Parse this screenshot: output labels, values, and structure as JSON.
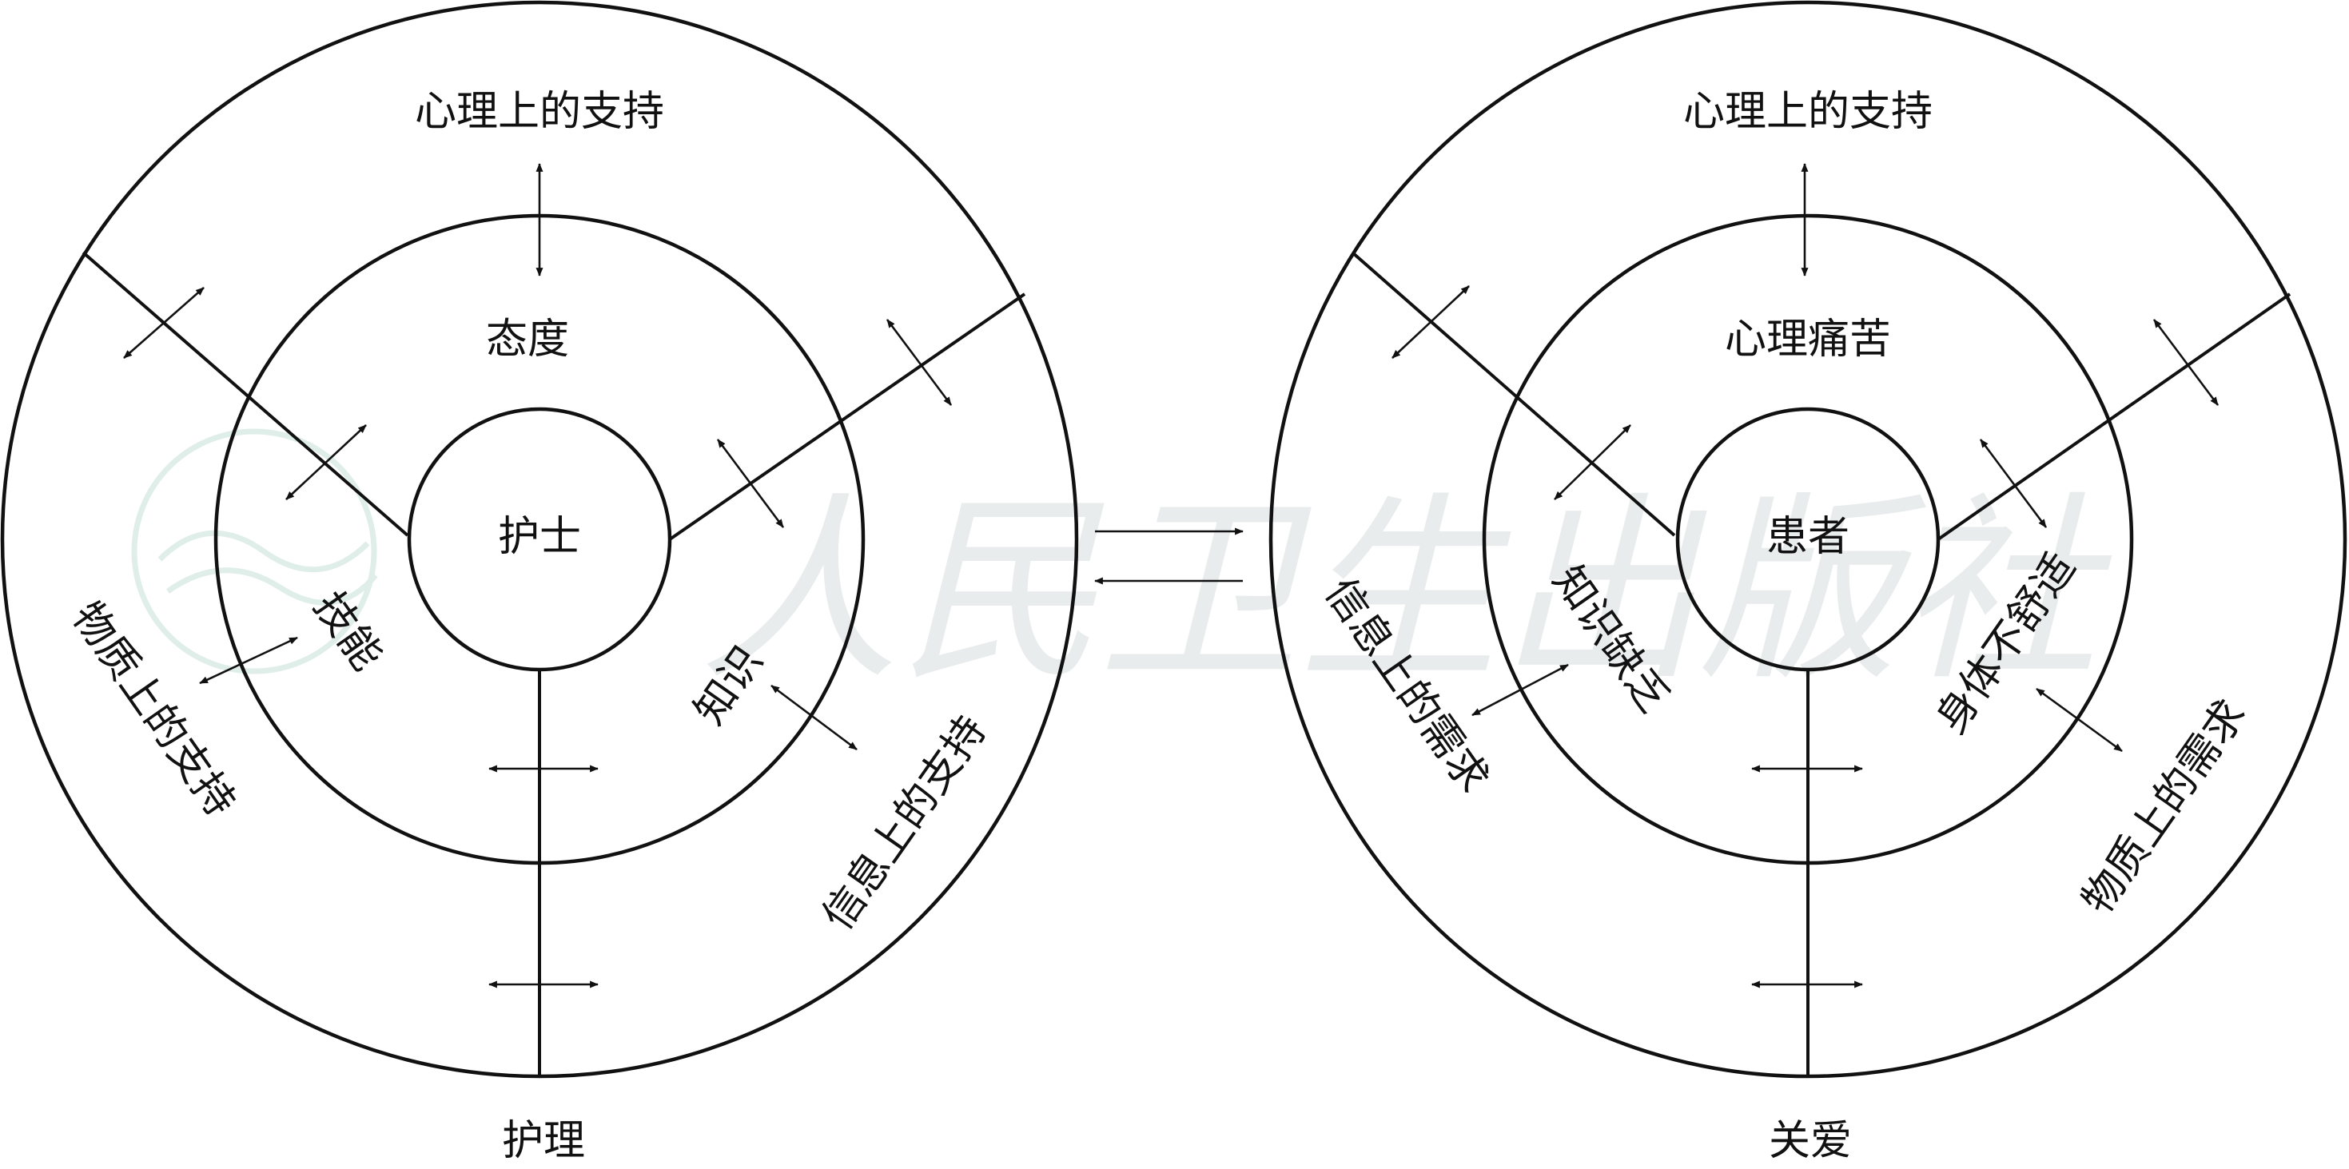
{
  "watermark": {
    "text": "人民卫生出版社"
  },
  "nurse_diagram": {
    "center": "护士",
    "middle_top": "态度",
    "middle_left": "技能",
    "middle_right": "知识",
    "outer_top": "心理上的支持",
    "outer_left": "物质上的支持",
    "outer_right": "信息上的支持",
    "bottom": "护理"
  },
  "patient_diagram": {
    "center": "患者",
    "middle_top": "心理痛苦",
    "middle_left": "知识缺乏",
    "middle_right": "身体不舒适",
    "outer_top": "心理上的支持",
    "outer_left": "信息上的需求",
    "outer_right": "物质上的需求",
    "bottom": "关爱"
  },
  "colors": {
    "line": "#111111",
    "background": "#ffffff",
    "watermark": "#e8ecec"
  }
}
